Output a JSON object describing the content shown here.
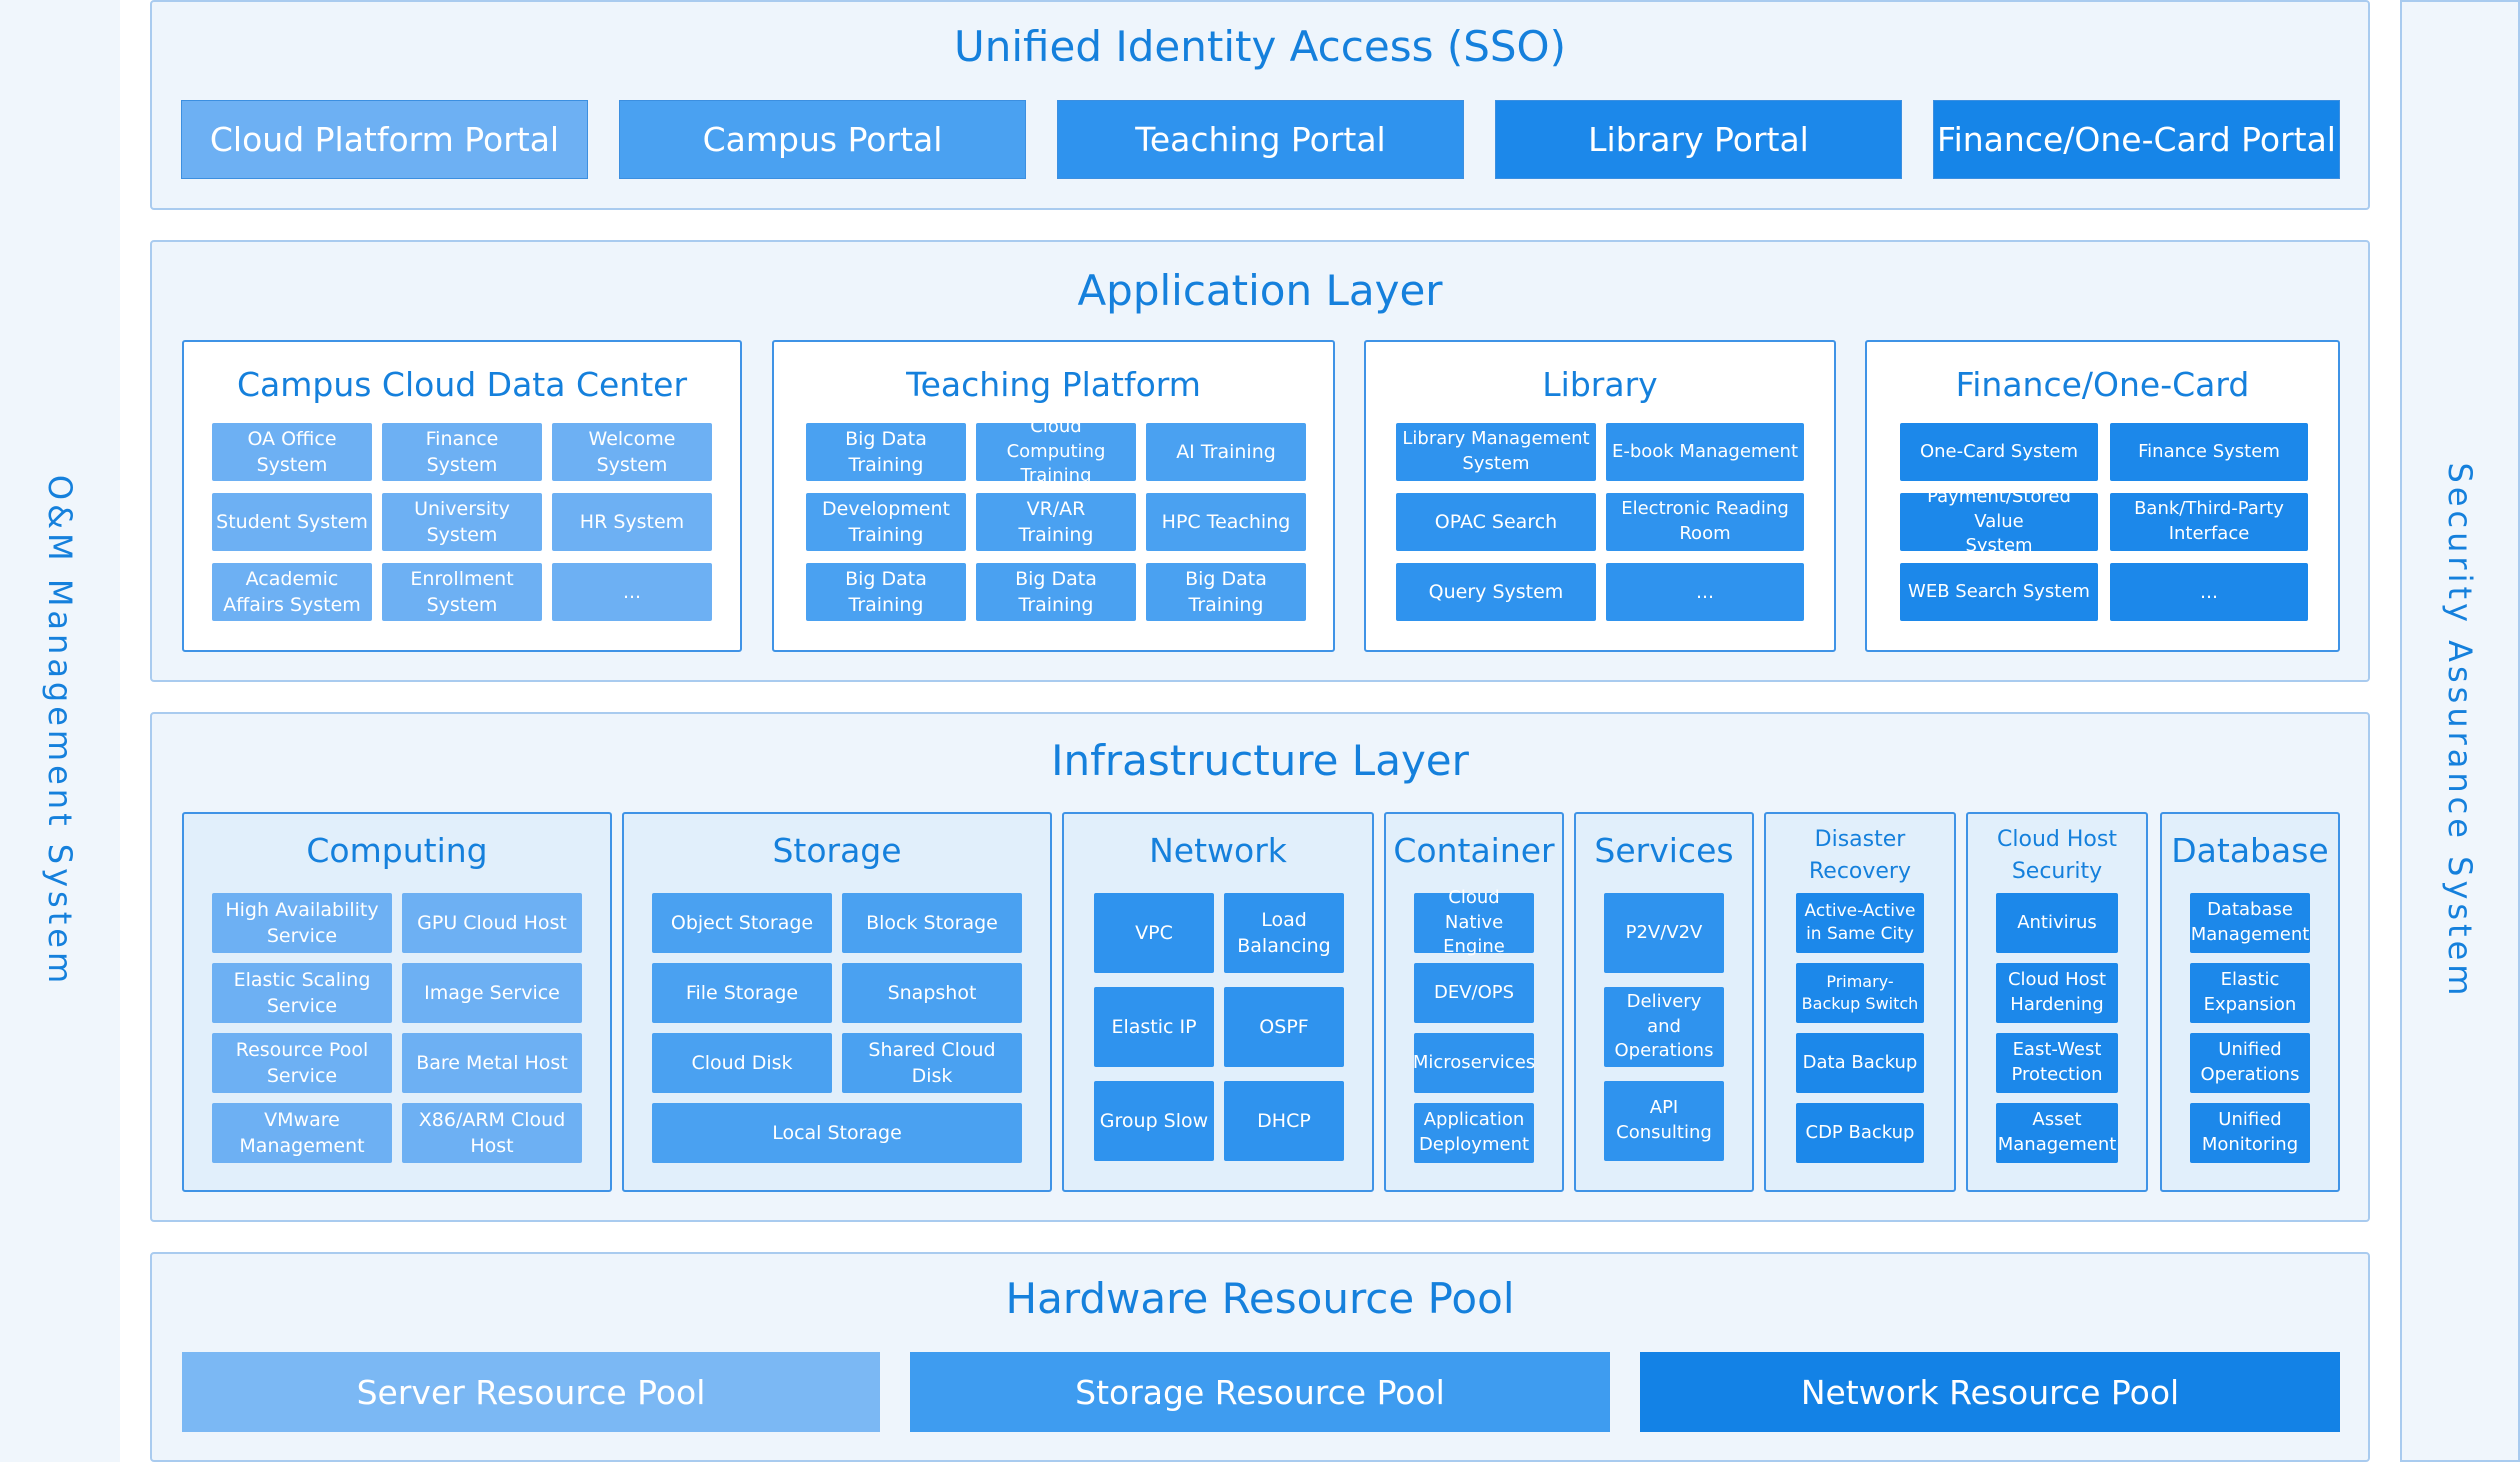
{
  "colors": {
    "title": "#1580dc",
    "border": "#a9cbef",
    "panel": "#eef5fc",
    "box_light": "#6db0f3",
    "box_dark": "#1c88ea"
  },
  "sidebars": {
    "left": "O&M Management System",
    "right": "Security Assurance System"
  },
  "sso": {
    "title": "Unified Identity Access (SSO)",
    "portals": [
      "Cloud Platform Portal",
      "Campus Portal",
      "Teaching Portal",
      "Library Portal",
      "Finance/One-Card Portal"
    ]
  },
  "application": {
    "title": "Application Layer",
    "groups": [
      {
        "title": "Campus Cloud Data Center",
        "cells": [
          "OA Office\nSystem",
          "Finance\nSystem",
          "Welcome\nSystem",
          "Student System",
          "University\nSystem",
          "HR System",
          "Academic\nAffairs System",
          "Enrollment\nSystem",
          "..."
        ]
      },
      {
        "title": "Teaching Platform",
        "cells": [
          "Big Data\nTraining",
          "Cloud Computing\nTraining",
          "AI Training",
          "Development\nTraining",
          "VR/AR\nTraining",
          "HPC Teaching",
          "Big Data\nTraining",
          "Big Data\nTraining",
          "Big Data\nTraining"
        ]
      },
      {
        "title": "Library",
        "cells": [
          "Library Management\nSystem",
          "E-book Management",
          "OPAC Search",
          "Electronic Reading\nRoom",
          "Query System",
          "..."
        ]
      },
      {
        "title": "Finance/One-Card",
        "cells": [
          "One-Card System",
          "Finance System",
          "Payment/Stored Value\nSystem",
          "Bank/Third-Party\nInterface",
          "WEB Search System",
          "..."
        ]
      }
    ]
  },
  "infrastructure": {
    "title": "Infrastructure Layer",
    "groups": [
      {
        "title": "Computing",
        "cells": [
          "High Availability\nService",
          "GPU Cloud Host",
          "Elastic Scaling\nService",
          "Image Service",
          "Resource Pool\nService",
          "Bare Metal Host",
          "VMware\nManagement",
          "X86/ARM Cloud\nHost"
        ]
      },
      {
        "title": "Storage",
        "cells": [
          "Object Storage",
          "Block Storage",
          "File Storage",
          "Snapshot",
          "Cloud Disk",
          "Shared Cloud\nDisk",
          "Local Storage"
        ]
      },
      {
        "title": "Network",
        "cells": [
          "VPC",
          "Load\nBalancing",
          "Elastic IP",
          "OSPF",
          "Group Slow",
          "DHCP"
        ]
      },
      {
        "title": "Container",
        "cells": [
          "Cloud Native\nEngine",
          "DEV/OPS",
          "Microservices",
          "Application\nDeployment"
        ]
      },
      {
        "title": "Services",
        "cells": [
          "P2V/V2V",
          "Delivery and\nOperations",
          "API\nConsulting"
        ]
      },
      {
        "title": "Disaster Recovery\nand Backup",
        "cells": [
          "Active-Active\nin Same City",
          "Primary-\nBackup Switch",
          "Data Backup",
          "CDP Backup"
        ]
      },
      {
        "title": "Cloud Host\nSecurity",
        "cells": [
          "Antivirus",
          "Cloud Host\nHardening",
          "East-West\nProtection",
          "Asset\nManagement"
        ]
      },
      {
        "title": "Database",
        "cells": [
          "Database\nManagement",
          "Elastic\nExpansion",
          "Unified\nOperations",
          "Unified\nMonitoring"
        ]
      }
    ]
  },
  "hardware": {
    "title": "Hardware Resource Pool",
    "pools": [
      "Server Resource Pool",
      "Storage Resource Pool",
      "Network Resource Pool"
    ]
  }
}
